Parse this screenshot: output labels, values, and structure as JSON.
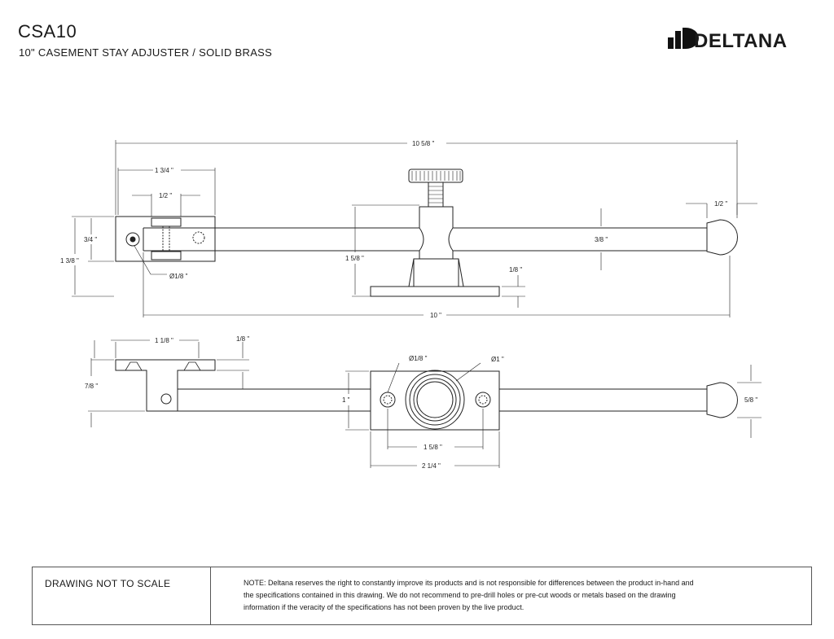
{
  "header": {
    "model": "CSA10",
    "subtitle": "10\" CASEMENT STAY ADJUSTER / SOLID BRASS"
  },
  "logo": {
    "text": "DELTANA",
    "icon": "deltana-logo-icon"
  },
  "dimensions": {
    "overall_length": "10 5/8 \"",
    "bracket_width": "1 3/4 \"",
    "hinge_gap": "1/2 \"",
    "bracket_height": "3/4 \"",
    "bracket_total_height": "1 3/8 \"",
    "hole_dia": "Ø1/8 \"",
    "knob_height": "1 5/8 \"",
    "rod_dia": "3/8 \"",
    "end_ball": "1/2 \"",
    "base_thickness": "1/8 \"",
    "rod_length": "10 \"",
    "bottom_bracket_width": "1 1/8 \"",
    "bottom_plate_thickness": "1/8 \"",
    "bottom_height": "7/8 \"",
    "plate_hole_dia": "Ø1/8 \"",
    "boss_dia": "Ø1 \"",
    "plate_height": "1 \"",
    "hole_spacing": "1 5/8 \"",
    "plate_length": "2 1/4 \"",
    "ball_height": "5/8 \""
  },
  "footer": {
    "scale_note": "DRAWING NOT TO SCALE",
    "note_lines": [
      "NOTE: Deltana reserves the right to constantly improve its products and is not responsible for differences between the product in-hand and",
      "the specifications contained in this drawing.  We do not recommend to pre-drill holes or pre-cut woods or metals based on the drawing",
      "information if the veracity of the specifications has not been proven by the live product."
    ]
  }
}
